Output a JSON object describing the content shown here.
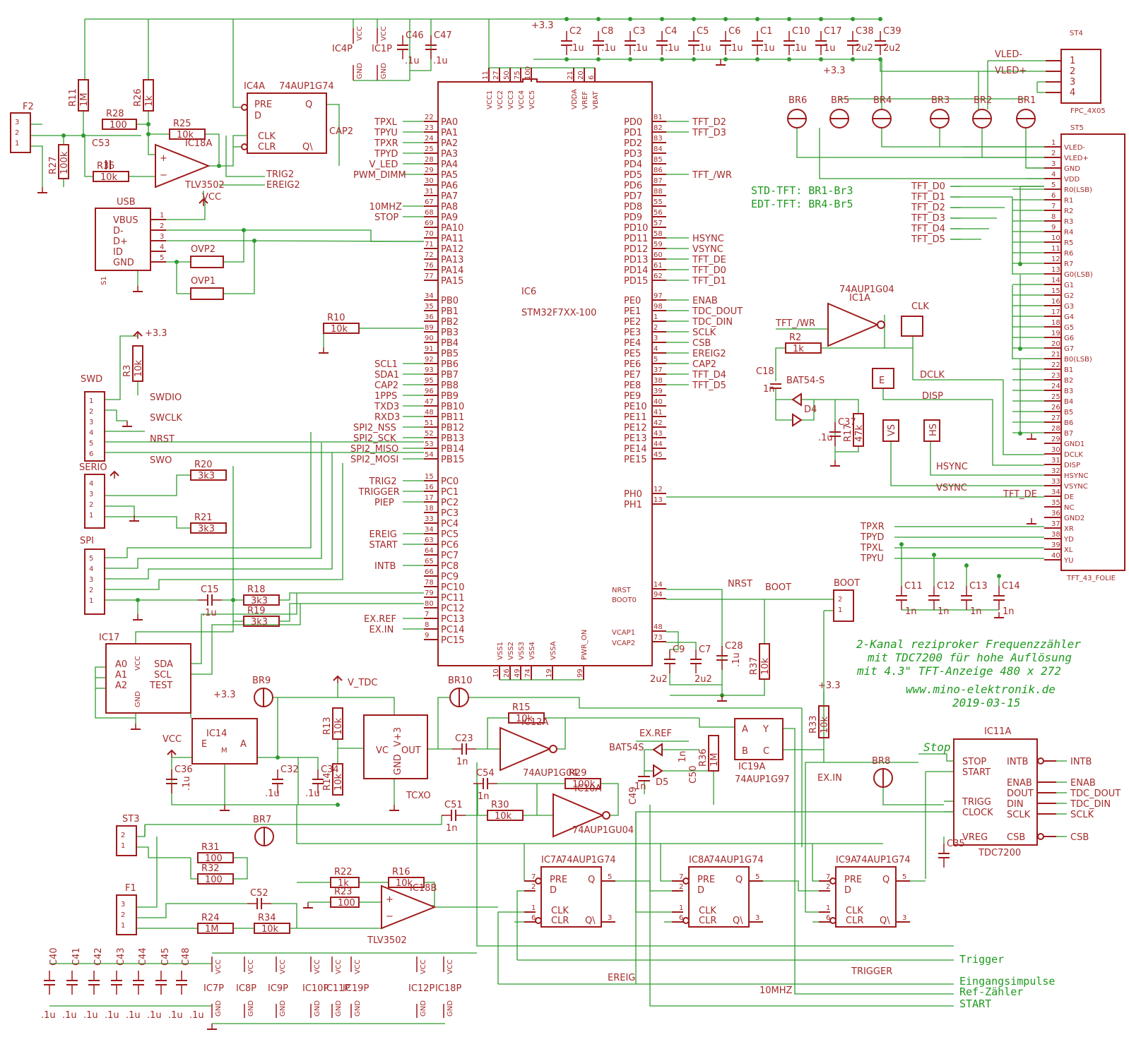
{
  "notes": {
    "tft_std": "STD-TFT: BR1-Br3",
    "tft_edt": "EDT-TFT: BR4-Br5",
    "title_line1": "2-Kanal reziproker Frequenzzähler",
    "title_line2": "mit TDC7200 für hohe Auflösung",
    "title_line3": "mit 4.3\" TFT-Anzeige 480 x 272",
    "url": "www.mino-elektronik.de",
    "date": "2019-03-15"
  },
  "mcu": {
    "ref": "IC6",
    "value": "STM32F7XX-100",
    "left_pins": [
      [
        "TPXL",
        "22",
        "PA0"
      ],
      [
        "TPYU",
        "23",
        "PA1"
      ],
      [
        "TPXR",
        "24",
        "PA2"
      ],
      [
        "TPYD",
        "25",
        "PA3"
      ],
      [
        "V_LED",
        "28",
        "PA4"
      ],
      [
        "PWM_DIMM",
        "29",
        "PA5"
      ],
      [
        "",
        "30",
        "PA6"
      ],
      [
        "",
        "31",
        "PA7"
      ],
      [
        "10MHZ",
        "67",
        "PA8"
      ],
      [
        "STOP",
        "68",
        "PA9"
      ],
      [
        "",
        "69",
        "PA10"
      ],
      [
        "",
        "70",
        "PA11"
      ],
      [
        "",
        "71",
        "PA12"
      ],
      [
        "",
        "72",
        "PA13"
      ],
      [
        "",
        "76",
        "PA14"
      ],
      [
        "",
        "77",
        "PA15"
      ],
      [
        "",
        "34",
        "PB0"
      ],
      [
        "",
        "35",
        "PB1"
      ],
      [
        "",
        "36",
        "PB2"
      ],
      [
        "",
        "89",
        "PB3"
      ],
      [
        "",
        "90",
        "PB4"
      ],
      [
        "",
        "91",
        "PB5"
      ],
      [
        "SCL1",
        "92",
        "PB6"
      ],
      [
        "SDA1",
        "93",
        "PB7"
      ],
      [
        "CAP2",
        "95",
        "PB8"
      ],
      [
        "1PPS",
        "96",
        "PB9"
      ],
      [
        "TXD3",
        "47",
        "PB10"
      ],
      [
        "RXD3",
        "48",
        "PB11"
      ],
      [
        "SPI2_NSS",
        "51",
        "PB12"
      ],
      [
        "SPI2_SCK",
        "52",
        "PB13"
      ],
      [
        "SPI2_MISO",
        "53",
        "PB14"
      ],
      [
        "SPI2_MOSI",
        "54",
        "PB15"
      ],
      [
        "TRIG2",
        "15",
        "PC0"
      ],
      [
        "TRIGGER",
        "16",
        "PC1"
      ],
      [
        "PIEP",
        "17",
        "PC2"
      ],
      [
        "",
        "18",
        "PC3"
      ],
      [
        "",
        "33",
        "PC4"
      ],
      [
        "EREIG",
        "34",
        "PC5"
      ],
      [
        "START",
        "63",
        "PC6"
      ],
      [
        "",
        "64",
        "PC7"
      ],
      [
        "INTB",
        "65",
        "PC8"
      ],
      [
        "",
        "66",
        "PC9"
      ],
      [
        "",
        "78",
        "PC10"
      ],
      [
        "",
        "79",
        "PC11"
      ],
      [
        "",
        "80",
        "PC12"
      ],
      [
        "EX.REF",
        "7",
        "PC13"
      ],
      [
        "EX.IN",
        "8",
        "PC14"
      ],
      [
        "",
        "9",
        "PC15"
      ]
    ],
    "right_pins": [
      [
        "TFT_D2",
        "81",
        "PD0"
      ],
      [
        "TFT_D3",
        "82",
        "PD1"
      ],
      [
        "",
        "83",
        "PD2"
      ],
      [
        "",
        "84",
        "PD3"
      ],
      [
        "",
        "85",
        "PD4"
      ],
      [
        "TFT_/WR",
        "86",
        "PD5"
      ],
      [
        "",
        "87",
        "PD6"
      ],
      [
        "",
        "88",
        "PD7"
      ],
      [
        "",
        "55",
        "PD8"
      ],
      [
        "",
        "56",
        "PD9"
      ],
      [
        "",
        "57",
        "PD10"
      ],
      [
        "HSYNC",
        "58",
        "PD11"
      ],
      [
        "VSYNC",
        "59",
        "PD12"
      ],
      [
        "TFT_DE",
        "60",
        "PD13"
      ],
      [
        "TFT_D0",
        "61",
        "PD14"
      ],
      [
        "TFT_D1",
        "62",
        "PD15"
      ],
      [
        "ENAB",
        "97",
        "PE0"
      ],
      [
        "TDC_DOUT",
        "98",
        "PE1"
      ],
      [
        "TDC_DIN",
        "1",
        "PE2"
      ],
      [
        "SCLK",
        "2",
        "PE3"
      ],
      [
        "CSB",
        "3",
        "PE4"
      ],
      [
        "EREIG2",
        "4",
        "PE5"
      ],
      [
        "CAP2",
        "5",
        "PE6"
      ],
      [
        "TFT_D4",
        "37",
        "PE7"
      ],
      [
        "TFT_D5",
        "38",
        "PE8"
      ],
      [
        "",
        "39",
        "PE9"
      ],
      [
        "",
        "40",
        "PE10"
      ],
      [
        "",
        "41",
        "PE11"
      ],
      [
        "",
        "42",
        "PE12"
      ],
      [
        "",
        "43",
        "PE13"
      ],
      [
        "",
        "44",
        "PE14"
      ],
      [
        "",
        "45",
        "PE15"
      ],
      [
        "",
        "12",
        "PH0"
      ],
      [
        "",
        "13",
        "PH1"
      ]
    ],
    "right_bottom": [
      [
        "NRST",
        "14"
      ],
      [
        "BOOT0",
        "94"
      ],
      [
        "VCAP1",
        "48"
      ],
      [
        "VCAP2",
        "73"
      ]
    ],
    "top_pins": [
      "VCC1",
      "VCC2",
      "VCC3",
      "VCC4",
      "VCC5",
      "VDDA",
      "VREF",
      "VBAT"
    ],
    "top_nums": [
      "11",
      "27",
      "50",
      "75",
      "100",
      "21",
      "20",
      "6"
    ],
    "bottom_pins": [
      "VSS1",
      "VSS2",
      "VSS3",
      "VSS4",
      "VSSA",
      "PWR_ON"
    ],
    "bottom_nums": [
      "10",
      "26",
      "49",
      "74",
      "19",
      "99"
    ]
  },
  "tft": {
    "ref": "ST5",
    "value": "TFT_43_FOLIE",
    "pins": [
      "VLED-",
      "VLED+",
      "GND",
      "VDD",
      "R0(LSB)",
      "R1",
      "R2",
      "R3",
      "R4",
      "R5",
      "R6",
      "R7",
      "G0(LSB)",
      "G1",
      "G2",
      "G3",
      "G4",
      "G5",
      "G6",
      "G7",
      "B0(LSB)",
      "B1",
      "B2",
      "B3",
      "B4",
      "B5",
      "B6",
      "B7",
      "GND1",
      "DCLK",
      "DISP",
      "HSYNC",
      "VSYNC",
      "DE",
      "NC",
      "GND2",
      "XR",
      "YD",
      "XL",
      "YU"
    ],
    "left_nets": [
      "TFT_D0",
      "TFT_D1",
      "TFT_D2",
      "TFT_D3",
      "TFT_D4",
      "TFT_D5"
    ],
    "touch_nets": [
      "TPXR",
      "TPYD",
      "TPXL",
      "TPYU"
    ],
    "mid_nets": {
      "dclk": "DCLK",
      "disp": "DISP",
      "hsync": "HSYNC",
      "vsync": "VSYNC",
      "de": "TFT_DE"
    }
  },
  "fpc": {
    "ref": "ST4",
    "value": "FPC_4X05",
    "pins": [
      "1",
      "2",
      "3",
      "4"
    ],
    "vledm": "VLED-",
    "vledp": "VLED+",
    "v33": "+3.3"
  },
  "bridges": [
    "BR6",
    "BR5",
    "BR4",
    "BR3",
    "BR2",
    "BR1"
  ],
  "caps_top": {
    "label": "+3.3",
    "refs": [
      "C2",
      "C8",
      "C3",
      "C4",
      "C5",
      "C6",
      "C1",
      "C10",
      "C17",
      "C38",
      "C39"
    ],
    "vals": [
      ".1u",
      ".1u",
      ".1u",
      ".1u",
      ".1u",
      ".1u",
      ".1u",
      ".1u",
      "1u",
      "2u2",
      "2u2"
    ]
  },
  "caps_bottom": {
    "refs": [
      "C40",
      "C41",
      "C42",
      "C43",
      "C44",
      "C45",
      "C48"
    ],
    "vals": [
      ".1u",
      ".1u",
      ".1u",
      ".1u",
      ".1u",
      ".1u",
      ".1u",
      ".1u"
    ],
    "supplies": [
      "IC7P",
      "IC8P",
      "IC9P",
      "IC10P",
      "IC11P",
      "IC19P",
      "IC12P",
      "IC18P"
    ]
  },
  "touch_caps": {
    "refs": [
      "C11",
      "C12",
      "C13",
      "C14"
    ],
    "vals": [
      "1n",
      "1n",
      "1n",
      "1n"
    ]
  },
  "parts": {
    "f2": "F2",
    "f1": "F1",
    "st3": "ST3",
    "boot": "BOOT",
    "usb": "USB",
    "swd": "SWD",
    "serio": "SERIO",
    "spi": "SPI",
    "usb_pins": [
      "VBUS",
      "D-",
      "D+",
      "ID",
      "GND"
    ],
    "usb_nums": [
      "1",
      "2",
      "3",
      "4",
      "5"
    ],
    "usb_s": "S1",
    "swd_nets": [
      "SWDIO",
      "SWCLK",
      "NRST",
      "SWO"
    ],
    "ic4p": "IC4P",
    "ic1p": "IC1P",
    "vcc": "VCC",
    "gnd": "GND",
    "c46": "C46",
    "c47": "C47",
    "c46v": ".1u",
    "c47v": ".1u",
    "ic4a": "IC4A",
    "ic4a_v": "74AUP1G74",
    "ic18a": "IC18A",
    "ic18a_v": "TLV3502",
    "ic18b": "IC18B",
    "ic18b_v": "TLV3502",
    "r11": "R11",
    "r11v": "1M",
    "r26": "R26",
    "r26v": "1k",
    "r28": "R28",
    "r28v": "100",
    "r27": "R27",
    "r27v": "100k",
    "c53": "C53",
    "r35": "R35",
    "r35v": "10k",
    "r25": "R25",
    "r25v": "10k",
    "cap2": "CAP2",
    "trig2": "TRIG2",
    "ereig2": "EREIG2",
    "ovp2": "OVP2",
    "ovp1": "OVP1",
    "r3": "R3",
    "r3v": "10k",
    "v33": "+3.3",
    "r10": "R10",
    "r10v": "10k",
    "r20": "R20",
    "r20v": "3k3",
    "r21": "R21",
    "r21v": "3k3",
    "c15": "C15",
    "c15v": ".1u",
    "r18": "R18",
    "r18v": "3k3",
    "r19": "R19",
    "r19v": "3k3",
    "ic17": "IC17",
    "ic17_pins": [
      "A0",
      "A1",
      "A2",
      "VCC",
      "GND",
      "SDA",
      "SCL",
      "TEST"
    ],
    "ic1a": "IC1A",
    "ic1a_v": "74AUP1G04",
    "tft_wr": "TFT_/WR",
    "clk": "CLK",
    "r2": "R2",
    "r2v": "1k",
    "c18": "C18",
    "c18v": "1n",
    "bat": "BAT54-S",
    "d4": "D4",
    "c37": "C37",
    "c37v": ".1u",
    "r17": "R17",
    "r17v": "47k",
    "e": "E",
    "vs": "VS",
    "hs": "HS",
    "dclk": "DCLK",
    "disp": "DISP",
    "hsync": "HSYNC",
    "vsync": "VSYNC",
    "tftde": "TFT_DE",
    "nrst": "NRST",
    "boot_net": "BOOT",
    "c9": "C9",
    "c9v": "2u2",
    "c7": "C7",
    "c7v": "2u2",
    "c28": "C28",
    "c28v": ".1u",
    "r37": "R37",
    "r37v": "10k",
    "br9": "BR9",
    "br10": "BR10",
    "br7": "BR7",
    "br8": "BR8",
    "vtdc": "V_TDC",
    "ic14": "IC14",
    "ic14_pins": [
      "E",
      "M",
      "A"
    ],
    "c36": "C36",
    "c36v": ".1u",
    "c32": "C32",
    "c32v": ".1u",
    "c34": "C34",
    "c34v": ".1u",
    "r13": "R13",
    "r13v": "10k",
    "r14": "R14",
    "r14v": "10k",
    "tcxo": "TCXO",
    "tcxo_pins": [
      "VC",
      "V+3",
      "GND",
      "OUT"
    ],
    "c23": "C23",
    "c23v": "1n",
    "ic12a": "IC12A",
    "ic12a_v": "74AUP1G04",
    "r15": "R15",
    "r15v": "10k",
    "c54": "C54",
    "c54v": "1n",
    "r29": "R29",
    "r29v": "100k",
    "c51": "C51",
    "c51v": "1n",
    "r30": "R30",
    "r30v": "10k",
    "ic10a": "IC10A",
    "ic10a_v": "74AUP1GU04",
    "exref": "EX.REF",
    "bat2": "BAT54S",
    "d5": "D5",
    "c49": "C49",
    "c49v": "1n",
    "c50": "C50",
    "c50v": "1n",
    "r36": "R36",
    "r36v": "1M",
    "ic19a": "IC19A",
    "ic19a_v": "74AUP1G97",
    "ic19_pins": [
      "A",
      "B",
      "C",
      "Y"
    ],
    "r33": "R33",
    "r33v": "10k",
    "exin": "EX.IN",
    "stop": "Stop",
    "ic11a": "IC11A",
    "ic11a_v": "TDC7200",
    "tdc_pins_l": [
      "STOP",
      "START",
      "TRIGG",
      "CLOCK",
      "VREG"
    ],
    "tdc_pins_r": [
      "INTB",
      "ENAB",
      "DOUT",
      "DIN",
      "SCLK",
      "CSB"
    ],
    "tdc_nets": [
      "INTB",
      "ENAB",
      "TDC_DOUT",
      "TDC_DIN",
      "SCLK",
      "CSB"
    ],
    "c35": "C35",
    "r31": "R31",
    "r31v": "100",
    "r32": "R32",
    "r32v": "100",
    "r24": "R24",
    "r24v": "1M",
    "c52": "C52",
    "r34": "R34",
    "r34v": "10k",
    "r22": "R22",
    "r22v": "1k",
    "r23": "R23",
    "r23v": "100",
    "r16": "R16",
    "r16v": "10k",
    "ic7a": "IC7A",
    "ic8a": "IC8A",
    "ic9a": "IC9A",
    "ff_v": "74AUP1G74",
    "ff_pins": [
      "PRE",
      "D",
      "CLK",
      "CLR",
      "Q",
      "Q\\"
    ],
    "bus_nets": [
      "Trigger",
      "Eingangsimpulse",
      "Ref-Zähler",
      "START"
    ],
    "bus_labels": [
      "TRIGGER",
      "EREIG",
      "10MHZ"
    ]
  }
}
